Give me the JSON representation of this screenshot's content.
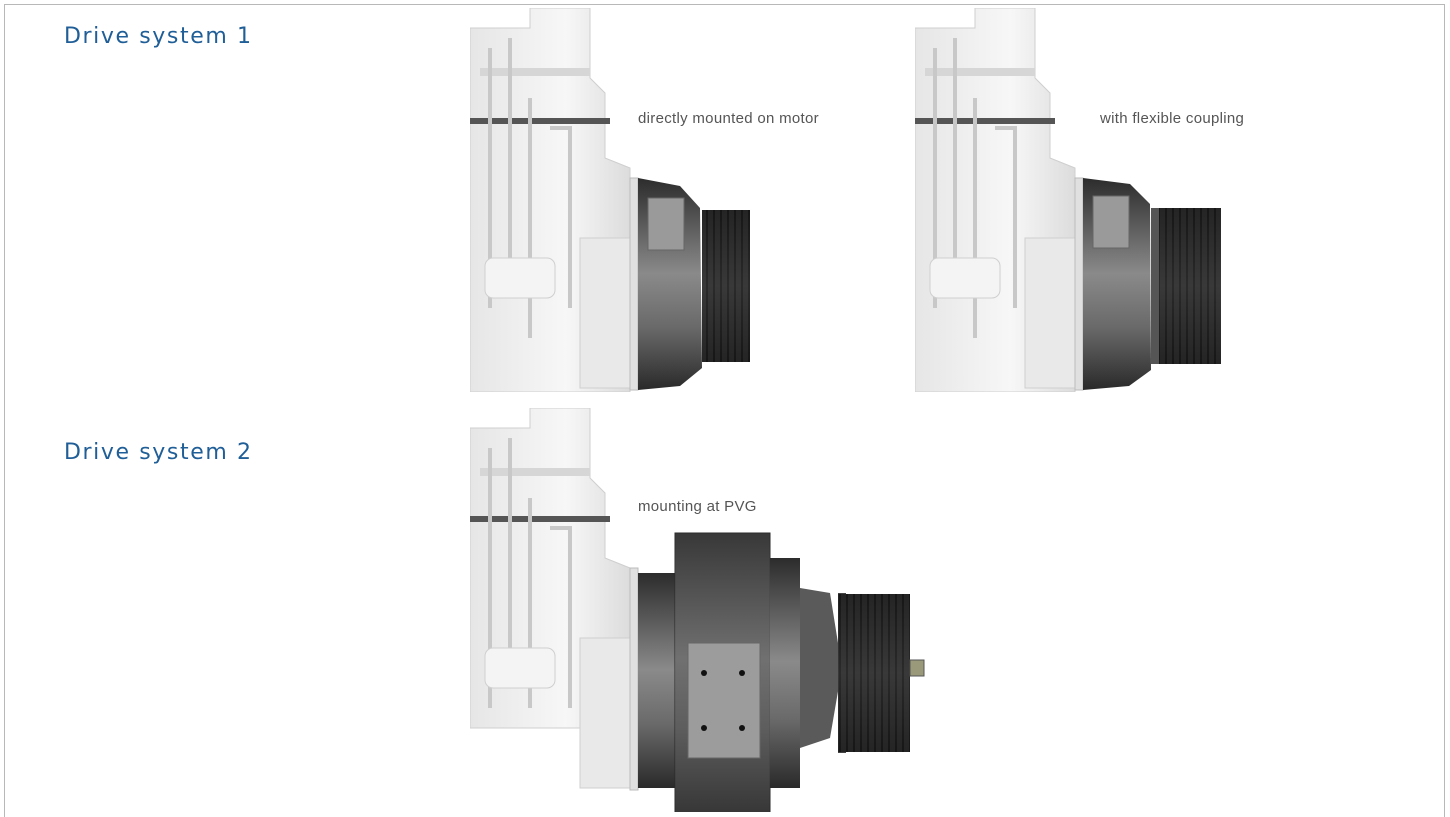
{
  "sections": [
    {
      "heading": "Drive system 1",
      "figures": [
        {
          "caption": "directly mounted on motor",
          "image": "engine-with-direct-mounted-pulley"
        },
        {
          "caption": "with flexible coupling",
          "image": "engine-with-flexible-coupling-pulley"
        }
      ]
    },
    {
      "heading": "Drive system 2",
      "figures": [
        {
          "caption": "mounting at PVG",
          "image": "engine-with-pvg-mounted-pulley"
        }
      ]
    }
  ],
  "colors": {
    "heading": "#1f5e97",
    "caption": "#555555",
    "engine": "#efefef",
    "housing": "#3a3a3a",
    "pulley": "#2a2a2a"
  }
}
